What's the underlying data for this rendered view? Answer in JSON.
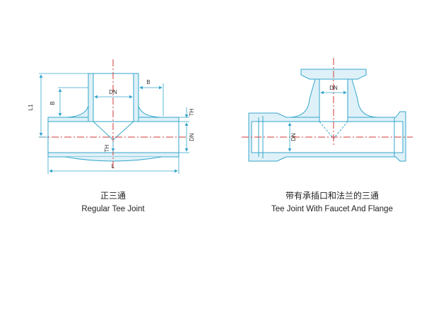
{
  "colors": {
    "outline": "#35a6cc",
    "fill": "#dff1f8",
    "center_line": "#d23a3a",
    "dimension": "#35a6cc",
    "label_text": "#333333"
  },
  "regular_tee": {
    "labels": {
      "l1": "L1",
      "b_left": "B",
      "b_right": "B",
      "dn_branch": "DN",
      "th_right": "TH",
      "dn_run": "DN",
      "th_bottom": "TH",
      "l": "L"
    },
    "caption_zh": "正三通",
    "caption_en": "Regular Tee Joint"
  },
  "flanged_tee": {
    "labels": {
      "dn_branch": "DN",
      "dn_run": "DN"
    },
    "caption_zh": "带有承插口和法兰的三通",
    "caption_en": "Tee Joint With Faucet And Flange"
  }
}
